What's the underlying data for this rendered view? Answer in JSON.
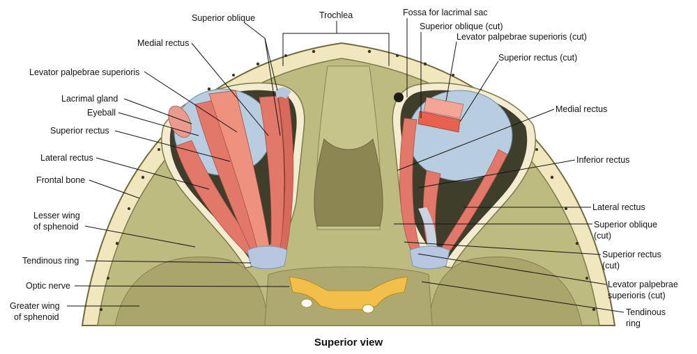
{
  "caption": "Superior view",
  "colors": {
    "bone": "#bdbb80",
    "bone_dark": "#9e9a62",
    "skull_rim": "#f1e7bf",
    "muscle": "#e2786a",
    "muscle_light": "#f3a596",
    "tendon": "#b7c7df",
    "eyeball": "#b9cde0",
    "optic_chiasm": "#f2c04a",
    "cavity": "#6b6a43"
  },
  "labels": {
    "left": {
      "superior_oblique": "Superior oblique",
      "medial_rectus": "Medial rectus",
      "levator_palpebrae_superioris": "Levator palpebrae superioris",
      "lacrimal_gland": "Lacrimal gland",
      "eyeball": "Eyeball",
      "superior_rectus": "Superior rectus",
      "lateral_rectus": "Lateral rectus",
      "frontal_bone": "Frontal bone",
      "lesser_wing_line1": "Lesser wing",
      "lesser_wing_line2": "of sphenoid",
      "tendinous_ring": "Tendinous ring",
      "optic_nerve": "Optic nerve",
      "greater_wing_line1": "Greater wing",
      "greater_wing_line2": "of sphenoid"
    },
    "center": {
      "trochlea": "Trochlea"
    },
    "right": {
      "fossa_lacrimal_sac": "Fossa for lacrimal sac",
      "superior_oblique_cut": "Superior oblique (cut)",
      "levator_cut": "Levator palpebrae superioris (cut)",
      "superior_rectus_cut": "Superior rectus (cut)",
      "medial_rectus": "Medial rectus",
      "inferior_rectus": "Inferior rectus",
      "lateral_rectus": "Lateral rectus",
      "superior_oblique2_line1": "Superior oblique",
      "superior_oblique2_line2": "(cut)",
      "superior_rectus2_line1": "Superior rectus",
      "superior_rectus2_line2": "(cut)",
      "levator2_line1": "Levator palpebrae",
      "levator2_line2": "superioris (cut)",
      "tendinous_ring_line1": "Tendinous",
      "tendinous_ring_line2": "ring"
    }
  }
}
